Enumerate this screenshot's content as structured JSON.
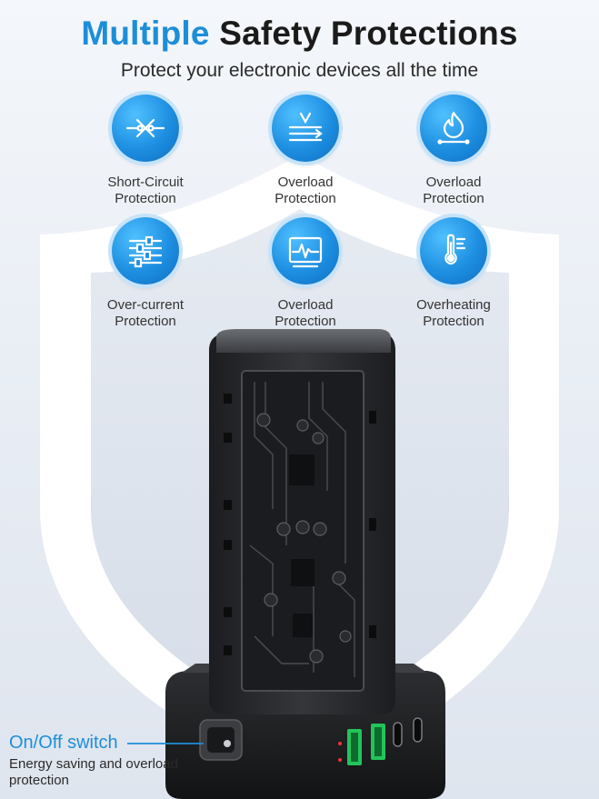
{
  "title": {
    "accent": "Multiple",
    "rest": "Safety Protections"
  },
  "subtitle": "Protect your electronic devices all the time",
  "features": [
    {
      "icon": "short-circuit-icon",
      "line1": "Short-Circuit",
      "line2": "Protection"
    },
    {
      "icon": "voltage-icon",
      "line1": "Overload",
      "line2": "Protection"
    },
    {
      "icon": "fire-icon",
      "line1": "Overload",
      "line2": "Protection"
    },
    {
      "icon": "sliders-icon",
      "line1": "Over-current",
      "line2": "Protection"
    },
    {
      "icon": "pulse-icon",
      "line1": "Overload",
      "line2": "Protection"
    },
    {
      "icon": "thermometer-icon",
      "line1": "Overheating",
      "line2": "Protection"
    }
  ],
  "switch": {
    "title": "On/Off switch",
    "description": "Energy saving and overload protection"
  },
  "colors": {
    "accent": "#1d8ed9",
    "usb_green": "#22c45a",
    "body": "#2b2d30"
  }
}
